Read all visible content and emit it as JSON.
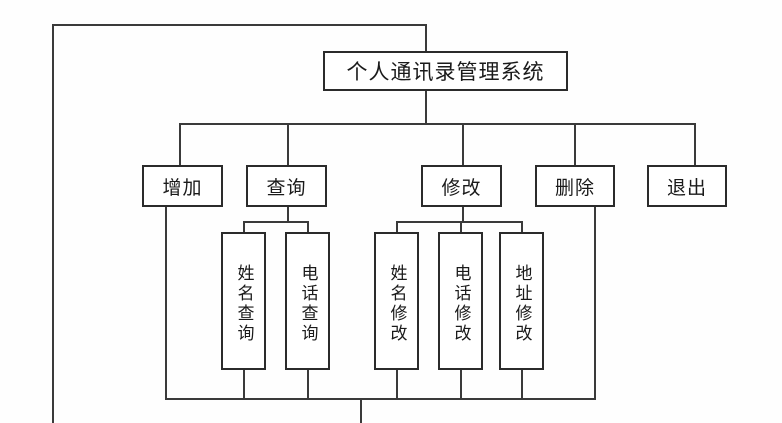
{
  "diagram": {
    "title_label": "个人通讯录管理系统",
    "type": "hierarchy-tree",
    "orientation": "top-down",
    "colors": {
      "background": "#fefefe",
      "box_border": "#2b2b2b",
      "box_fill": "#ffffff",
      "connector": "#3a3a3a",
      "text": "#1a1a1a"
    },
    "root": {
      "label": "个人通讯录管理系统"
    },
    "level2": [
      {
        "label": "增加"
      },
      {
        "label": "查询"
      },
      {
        "label": "修改"
      },
      {
        "label": "删除"
      },
      {
        "label": "退出"
      }
    ],
    "query_children": [
      {
        "label": "姓名查询"
      },
      {
        "label": "电话查询"
      }
    ],
    "modify_children": [
      {
        "label": "姓名修改"
      },
      {
        "label": "电话修改"
      },
      {
        "label": "地址修改"
      }
    ]
  }
}
